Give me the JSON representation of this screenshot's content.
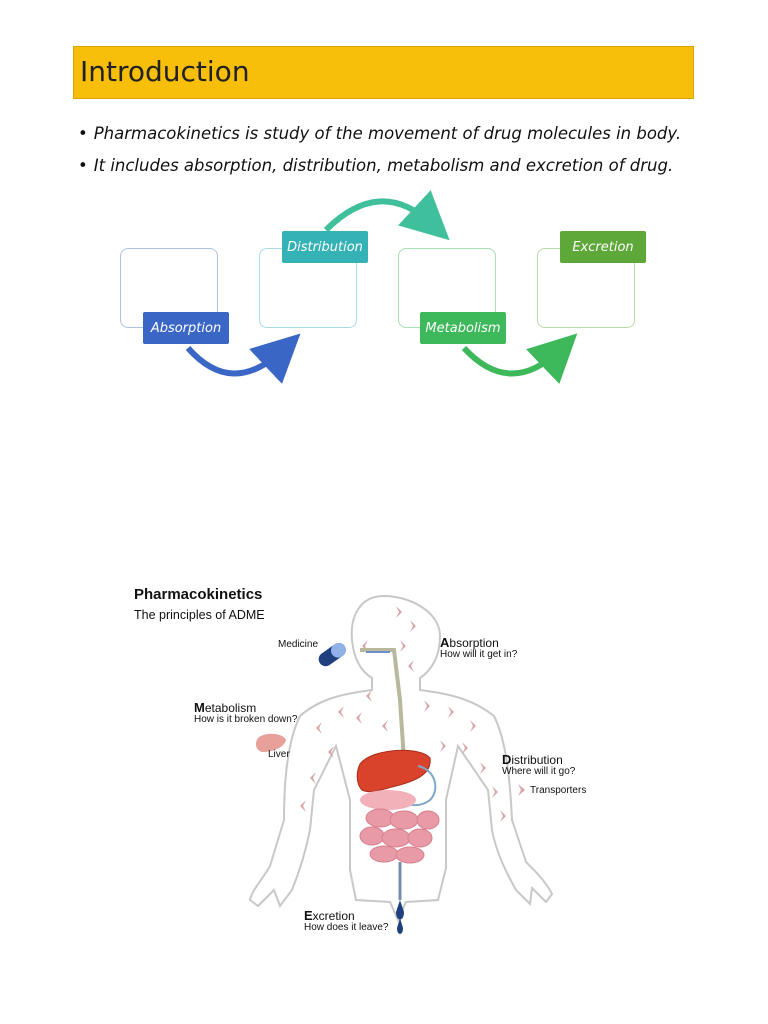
{
  "header": {
    "title": "Introduction"
  },
  "bullets": [
    "Pharmacokinetics is study of the movement of drug molecules in body.",
    "It includes absorption, distribution, metabolism and excretion of drug."
  ],
  "bullet_symbol": "•",
  "process": {
    "steps": [
      {
        "label": "Absorption",
        "color": "#3a66c6"
      },
      {
        "label": "Distribution",
        "color": "#35b2b6"
      },
      {
        "label": "Metabolism",
        "color": "#3db85a"
      },
      {
        "label": "Excretion",
        "color": "#5ea83a"
      }
    ]
  },
  "figure": {
    "title": "Pharmacokinetics",
    "subtitle": "The principles of ADME",
    "medicine_label": "Medicine",
    "absorption": {
      "initial": "A",
      "rest": "bsorption",
      "question": "How will it get in?"
    },
    "metabolism": {
      "initial": "M",
      "rest": "etabolism",
      "question": "How is it broken down?"
    },
    "liver_label": "Liver",
    "distribution": {
      "initial": "D",
      "rest": "istribution",
      "question": "Where will it go?"
    },
    "transporters_label": "Transporters",
    "excretion": {
      "initial": "E",
      "rest": "xcretion",
      "question": "How does it leave?"
    }
  }
}
